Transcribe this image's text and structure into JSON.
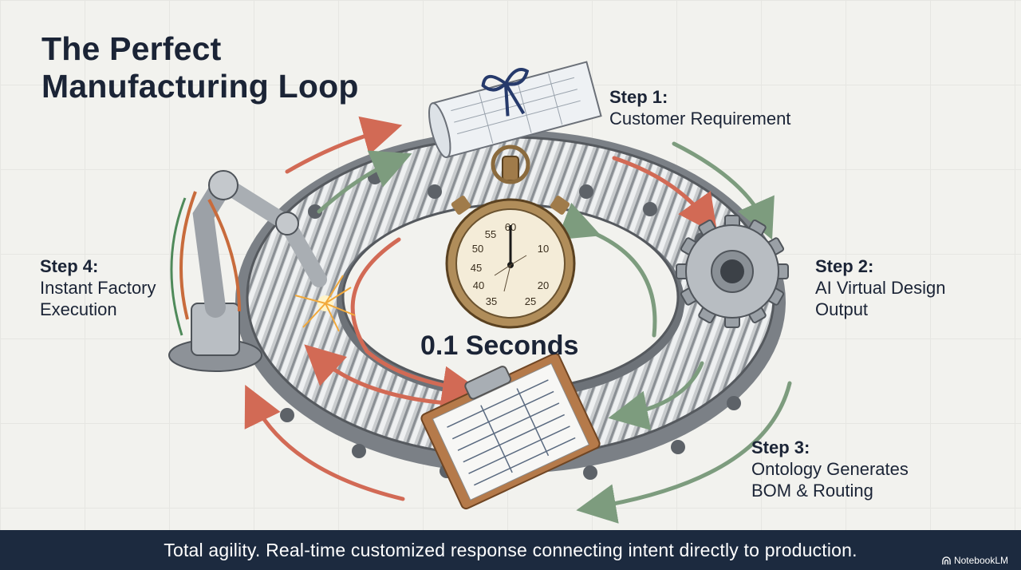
{
  "title": {
    "line1": "The Perfect",
    "line2": "Manufacturing Loop"
  },
  "steps": [
    {
      "number": "Step 1:",
      "text": "Customer Requirement",
      "icon": "blueprint-scroll-icon"
    },
    {
      "number": "Step 2:",
      "text": "AI Virtual Design\nOutput",
      "icon": "gear-icon"
    },
    {
      "number": "Step 3:",
      "text": "Ontology Generates\nBOM & Routing",
      "icon": "clipboard-icon"
    },
    {
      "number": "Step 4:",
      "text": "Instant Factory\nExecution",
      "icon": "robot-arm-icon"
    }
  ],
  "center": {
    "label": "0.1 Seconds",
    "icon": "stopwatch-icon",
    "dial_numbers": [
      "60",
      "10",
      "20",
      "25",
      "35",
      "40",
      "45",
      "50",
      "55"
    ]
  },
  "footer": {
    "caption": "Total agility. Real-time customized response connecting intent directly to production.",
    "brand": "NotebookLM"
  },
  "colors": {
    "arrow_red": "#d26a55",
    "arrow_green": "#7d9c7e",
    "footer_bg": "#1c2a3f",
    "title": "#1b2436"
  }
}
